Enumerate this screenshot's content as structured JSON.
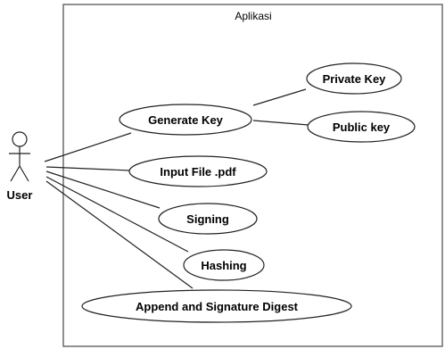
{
  "system": {
    "name": "Aplikasi"
  },
  "actor": {
    "name": "User"
  },
  "use_cases": {
    "generate_key": "Generate Key",
    "private_key": "Private Key",
    "public_key": "Public key",
    "input_file": "Input File .pdf",
    "signing": "Signing",
    "hashing": "Hashing",
    "append_signature": "Append and Signature Digest"
  }
}
